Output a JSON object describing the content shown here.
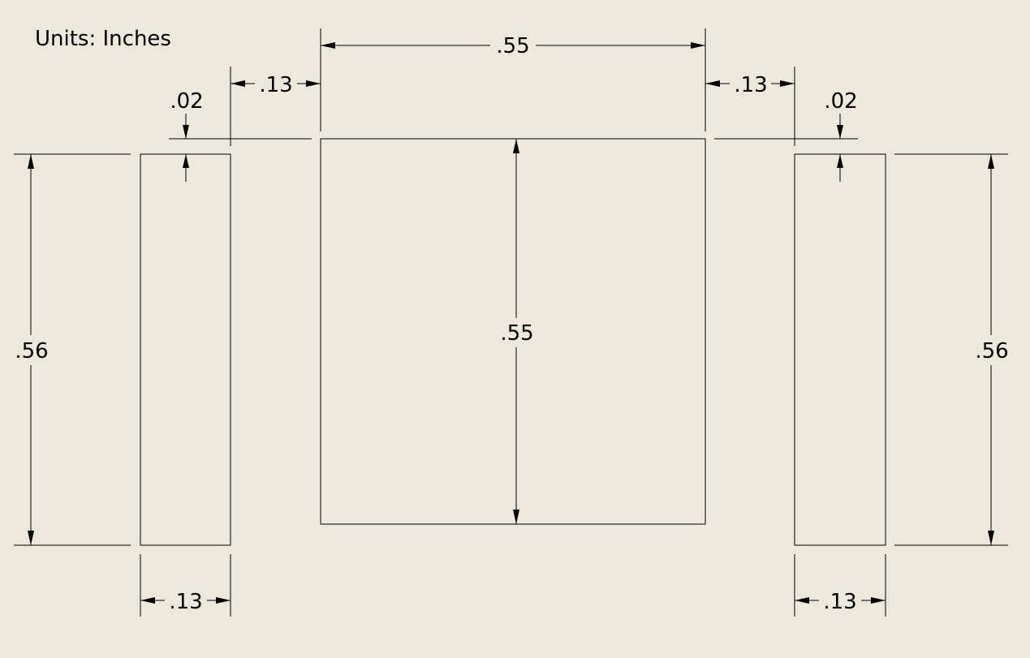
{
  "units_label": "Units: Inches",
  "dimensions": {
    "center_width": ".55",
    "center_height": ".55",
    "left_gap": ".13",
    "right_gap": ".13",
    "left_offset": ".02",
    "right_offset": ".02",
    "left_height": ".56",
    "right_height": ".56",
    "left_width": ".13",
    "right_width": ".13"
  }
}
